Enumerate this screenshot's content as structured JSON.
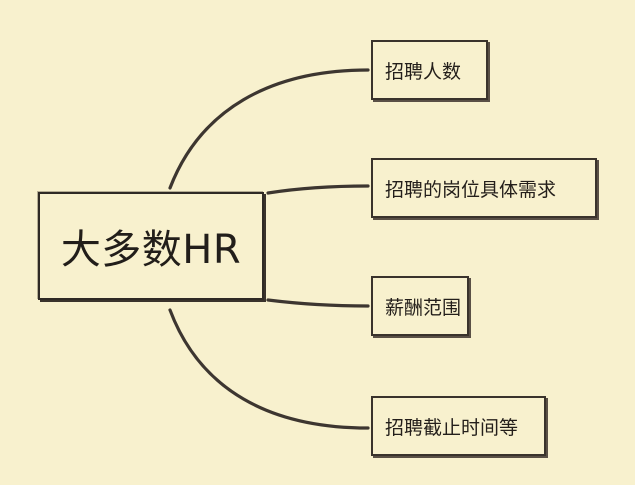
{
  "center": {
    "label": "大多数HR"
  },
  "branches": [
    {
      "label": "招聘人数"
    },
    {
      "label": "招聘的岗位具体需求"
    },
    {
      "label": "薪酬范围"
    },
    {
      "label": "招聘截止时间等"
    }
  ]
}
